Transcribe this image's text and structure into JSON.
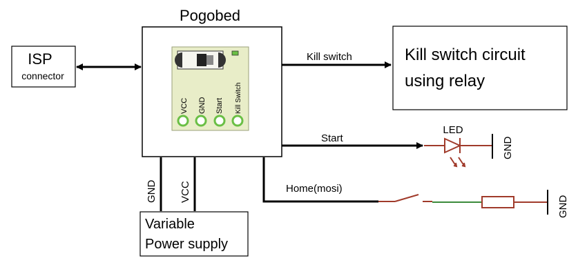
{
  "title": "Pogobed",
  "isp": {
    "line1": "ISP",
    "line2": "connector"
  },
  "board_pins": [
    "VCC",
    "GND",
    "Start",
    "Kill Switch"
  ],
  "kill_switch": {
    "label": "Kill switch",
    "circuit_line1": "Kill switch circuit",
    "circuit_line2": "using relay"
  },
  "start": {
    "label": "Start",
    "led_label": "LED",
    "gnd_label": "GND"
  },
  "home": {
    "label": "Home(mosi)",
    "gnd_label": "GND"
  },
  "power": {
    "gnd_label": "GND",
    "vcc_label": "VCC",
    "line1": "Variable",
    "line2": "Power supply"
  },
  "colors": {
    "line": "#000000",
    "component": "#a03a2a",
    "board": "#e8edc8",
    "pad": "#6abf45",
    "wire_green": "#3a8a3a"
  }
}
